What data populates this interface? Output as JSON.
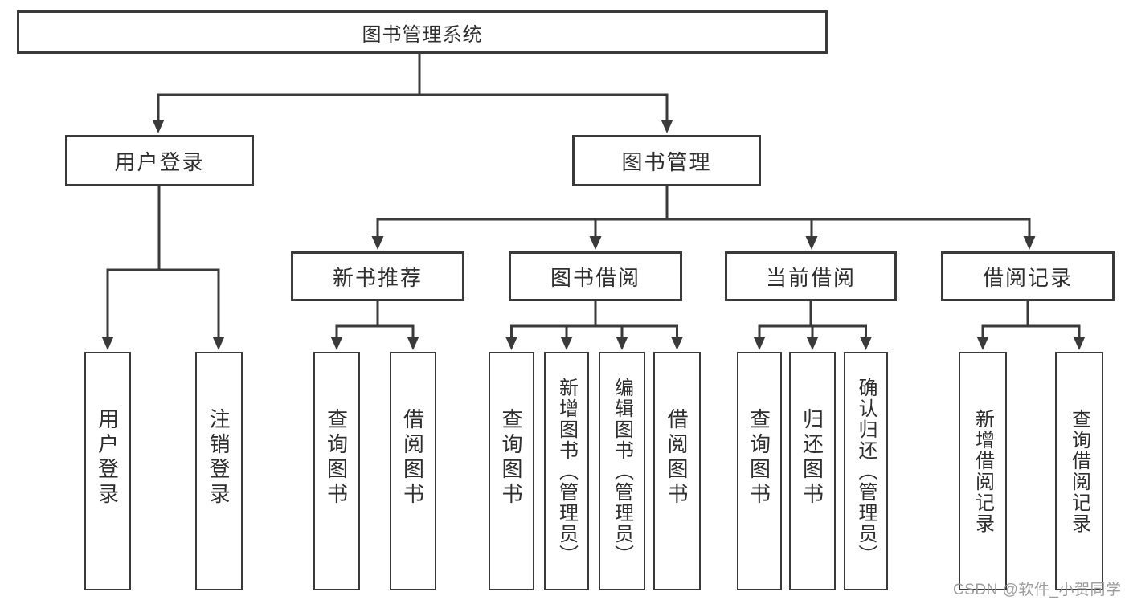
{
  "diagram": {
    "title": "图书管理系统",
    "colors": {
      "line": "#3a3a3a",
      "text": "#2e2e2e",
      "watermark": "#989898"
    },
    "nodes": {
      "root": {
        "label": "图书管理系统"
      },
      "user_login": {
        "label": "用户登录"
      },
      "book_management": {
        "label": "图书管理"
      },
      "new_book_recommend": {
        "label": "新书推荐"
      },
      "book_borrow": {
        "label": "图书借阅"
      },
      "current_borrow": {
        "label": "当前借阅"
      },
      "borrow_record": {
        "label": "借阅记录"
      },
      "leaf_user_login": {
        "label": "用户登录"
      },
      "leaf_logout_login": {
        "label": "注销登录"
      },
      "leaf_newbook_query": {
        "label": "查询图书"
      },
      "leaf_newbook_borrow": {
        "label": "借阅图书"
      },
      "leaf_borrow_query": {
        "label": "查询图书"
      },
      "leaf_borrow_add_admin": {
        "label": "新增图书（管理员）"
      },
      "leaf_borrow_edit_admin": {
        "label": "编辑图书（管理员）"
      },
      "leaf_borrow_borrow": {
        "label": "借阅图书"
      },
      "leaf_current_query": {
        "label": "查询图书"
      },
      "leaf_current_return": {
        "label": "归还图书"
      },
      "leaf_current_confirm_admin": {
        "label": "确认归还（管理员）"
      },
      "leaf_record_add": {
        "label": "新增借阅记录"
      },
      "leaf_record_query": {
        "label": "查询借阅记录"
      }
    },
    "watermark": "CSDN @软件_小贺同学"
  }
}
